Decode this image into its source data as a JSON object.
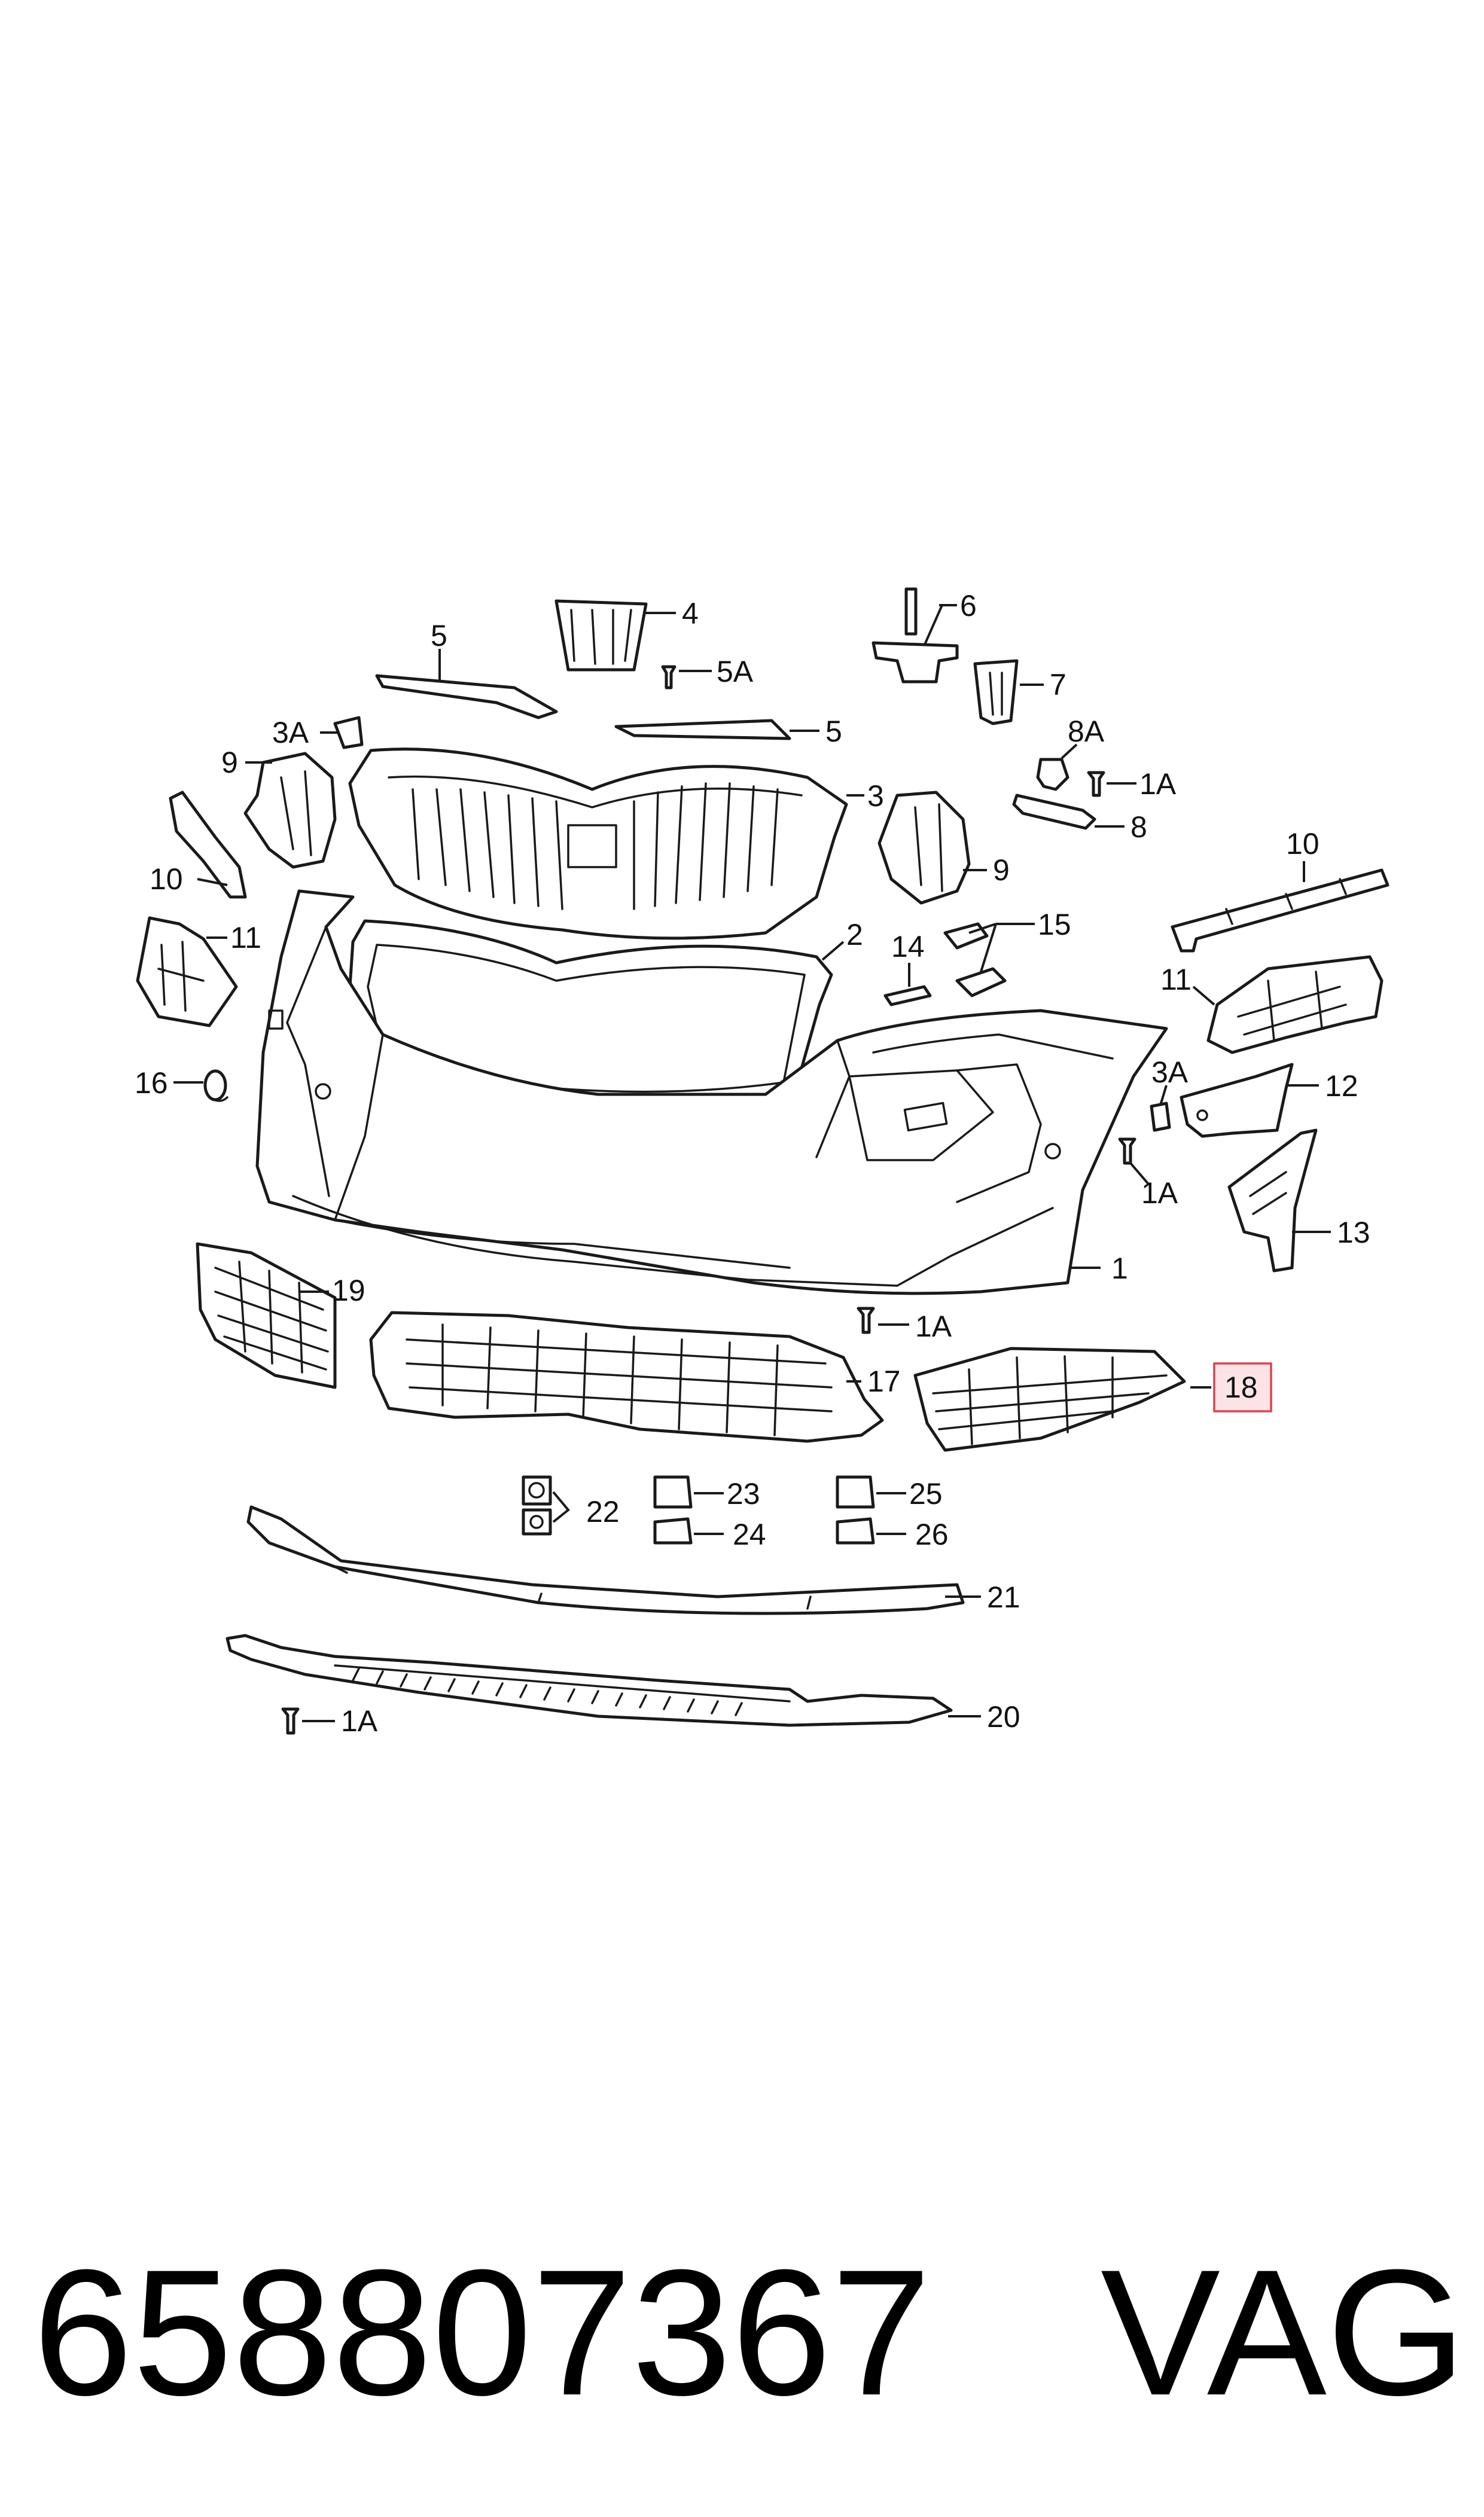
{
  "diagram": {
    "callouts": {
      "c1": "1",
      "c2": "2",
      "c3": "3",
      "c3A_left": "3A",
      "c3A_right": "3A",
      "c4": "4",
      "c5_top": "5",
      "c5_mid": "5",
      "c5A": "5A",
      "c6": "6",
      "c7": "7",
      "c8": "8",
      "c8A": "8A",
      "c9_left": "9",
      "c9_right": "9",
      "c10_left": "10",
      "c10_right": "10",
      "c11_left": "11",
      "c11_right": "11",
      "c12": "12",
      "c13": "13",
      "c14": "14",
      "c15": "15",
      "c16": "16",
      "c17": "17",
      "c18": "18",
      "c19": "19",
      "c20": "20",
      "c21": "21",
      "c22": "22",
      "c23": "23",
      "c24": "24",
      "c25": "25",
      "c26": "26",
      "c1A_top": "1A",
      "c1A_right": "1A",
      "c1A_mid": "1A",
      "c1A_bottom": "1A"
    },
    "highlighted_callout": "18",
    "highlight_color": "#d9434f",
    "highlight_fill": "#fbe3e6"
  },
  "footer": {
    "part_number": "658807367",
    "brand": "VAG"
  }
}
